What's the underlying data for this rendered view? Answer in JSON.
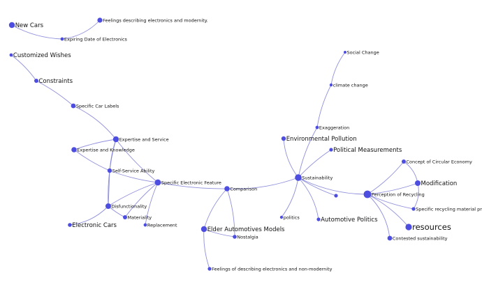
{
  "graph": {
    "colors": {
      "node": "#4d4de0",
      "edge": "#7b7bd6",
      "label": "#111111",
      "background": "#ffffff"
    },
    "nodes": [
      {
        "id": "new-cars",
        "label": "New Cars"
      },
      {
        "id": "feelings-modernity",
        "label": "Feelings describing electronics and modernity."
      },
      {
        "id": "expiring-date",
        "label": "Expiring Date of Electronics"
      },
      {
        "id": "customized-wishes",
        "label": "Customized Wishes"
      },
      {
        "id": "constraints",
        "label": "Constraints"
      },
      {
        "id": "specific-car-labels",
        "label": "Specific Car Labels"
      },
      {
        "id": "expertise-service",
        "label": "Expertise and Service"
      },
      {
        "id": "expertise-knowledge",
        "label": "Expertise and Knowledge"
      },
      {
        "id": "self-service-ability",
        "label": "Self-Service Ability"
      },
      {
        "id": "specific-electronic-feature",
        "label": "Specific Electronic Feature"
      },
      {
        "id": "disfunctionality",
        "label": "Disfunctionality"
      },
      {
        "id": "materiality",
        "label": "Materiality"
      },
      {
        "id": "replacement",
        "label": "Replacement"
      },
      {
        "id": "electronic-cars",
        "label": "Electronic Cars"
      },
      {
        "id": "comparison",
        "label": "Comparison"
      },
      {
        "id": "elder-automotives",
        "label": "Elder Automotives Models"
      },
      {
        "id": "nostalgia",
        "label": "Nostalgia"
      },
      {
        "id": "feelings-non-modernity",
        "label": "Feelings of describing electronics and non-modernity"
      },
      {
        "id": "social-change",
        "label": "Social Change"
      },
      {
        "id": "climate-change",
        "label": "climate change"
      },
      {
        "id": "exaggeration",
        "label": "Exaggeration"
      },
      {
        "id": "environmental-pollution",
        "label": "Environmental Pollution"
      },
      {
        "id": "political-measurements",
        "label": "Political Measurements"
      },
      {
        "id": "sustainability",
        "label": "Sustainability"
      },
      {
        "id": "politics",
        "label": "politics"
      },
      {
        "id": "automotive-politics",
        "label": "Automotive Politics"
      },
      {
        "id": "unlabeled-node",
        "label": ""
      },
      {
        "id": "perception-recycling",
        "label": "Perception of Recycling"
      },
      {
        "id": "circular-economy",
        "label": "Concept of Circular Economy"
      },
      {
        "id": "modification",
        "label": "Modification"
      },
      {
        "id": "recycling-material",
        "label": "Specific recycling material proc"
      },
      {
        "id": "resources",
        "label": "resources"
      },
      {
        "id": "contested-sustainability",
        "label": "Contested sustainability"
      }
    ],
    "edges": [
      [
        "new-cars",
        "expiring-date"
      ],
      [
        "expiring-date",
        "feelings-modernity"
      ],
      [
        "customized-wishes",
        "constraints"
      ],
      [
        "constraints",
        "specific-car-labels"
      ],
      [
        "specific-car-labels",
        "expertise-service"
      ],
      [
        "expertise-service",
        "expertise-knowledge"
      ],
      [
        "expertise-service",
        "self-service-ability"
      ],
      [
        "expertise-service",
        "specific-electronic-feature"
      ],
      [
        "expertise-service",
        "disfunctionality"
      ],
      [
        "expertise-knowledge",
        "self-service-ability"
      ],
      [
        "self-service-ability",
        "specific-electronic-feature"
      ],
      [
        "self-service-ability",
        "disfunctionality"
      ],
      [
        "specific-electronic-feature",
        "disfunctionality"
      ],
      [
        "specific-electronic-feature",
        "materiality"
      ],
      [
        "specific-electronic-feature",
        "replacement"
      ],
      [
        "specific-electronic-feature",
        "comparison"
      ],
      [
        "disfunctionality",
        "electronic-cars"
      ],
      [
        "disfunctionality",
        "materiality"
      ],
      [
        "comparison",
        "elder-automotives"
      ],
      [
        "comparison",
        "nostalgia"
      ],
      [
        "comparison",
        "sustainability"
      ],
      [
        "elder-automotives",
        "nostalgia"
      ],
      [
        "elder-automotives",
        "feelings-non-modernity"
      ],
      [
        "social-change",
        "climate-change"
      ],
      [
        "climate-change",
        "exaggeration"
      ],
      [
        "exaggeration",
        "sustainability"
      ],
      [
        "environmental-pollution",
        "sustainability"
      ],
      [
        "political-measurements",
        "sustainability"
      ],
      [
        "sustainability",
        "politics"
      ],
      [
        "sustainability",
        "automotive-politics"
      ],
      [
        "sustainability",
        "unlabeled-node"
      ],
      [
        "sustainability",
        "perception-recycling"
      ],
      [
        "perception-recycling",
        "circular-economy"
      ],
      [
        "perception-recycling",
        "modification"
      ],
      [
        "perception-recycling",
        "recycling-material"
      ],
      [
        "perception-recycling",
        "resources"
      ],
      [
        "perception-recycling",
        "contested-sustainability"
      ],
      [
        "circular-economy",
        "modification"
      ],
      [
        "modification",
        "recycling-material"
      ]
    ]
  }
}
